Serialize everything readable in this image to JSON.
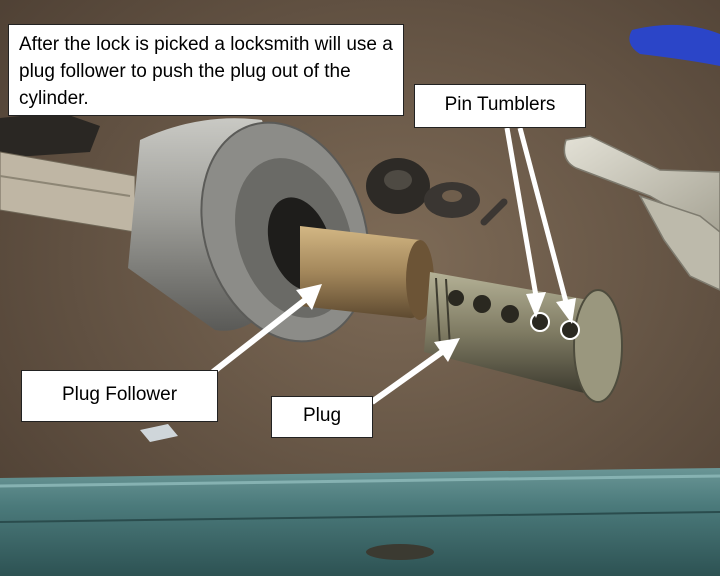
{
  "annotations": {
    "intro": "After the lock is picked a locksmith will use a plug follower to push the plug out of the cylinder.",
    "pin_tumblers": "Pin Tumblers",
    "plug_follower": "Plug Follower",
    "plug": "Plug"
  },
  "colors": {
    "carpet": "#6f5e4c",
    "metal_cylinder": "#9a9a96",
    "brass_follower": "#9c8158",
    "plug_body": "#7d7a62",
    "key": "#c9c7b8",
    "tray_teal": "#4f7f7f",
    "blue_object": "#2b45c8",
    "arrow": "#ffffff"
  }
}
